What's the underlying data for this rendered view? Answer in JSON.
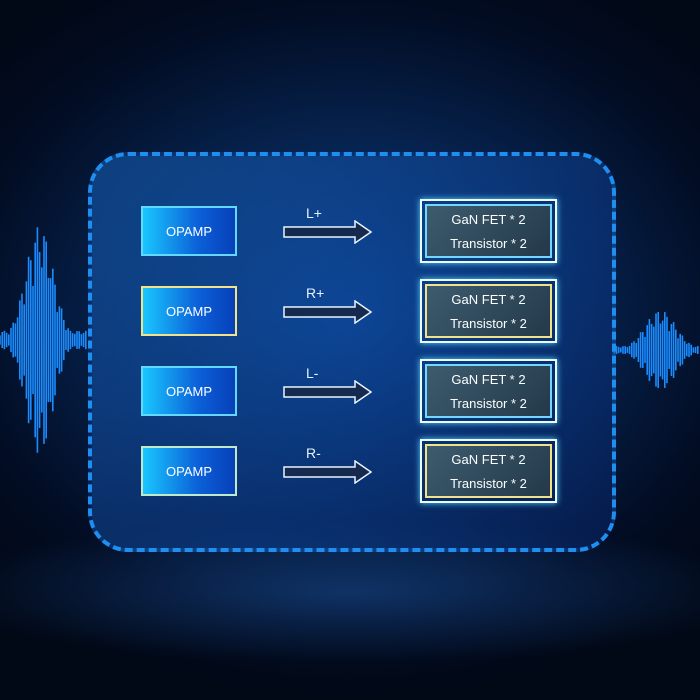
{
  "rows": [
    {
      "opamp": "OPAMP",
      "signal": "L+",
      "line1": "GaN FET * 2",
      "line2": "Transistor * 2"
    },
    {
      "opamp": "OPAMP",
      "signal": "R+",
      "line1": "GaN FET * 2",
      "line2": "Transistor * 2"
    },
    {
      "opamp": "OPAMP",
      "signal": "L-",
      "line1": "GaN FET * 2",
      "line2": "Transistor * 2"
    },
    {
      "opamp": "OPAMP",
      "signal": "R-",
      "line1": "GaN FET * 2",
      "line2": "Transistor * 2"
    }
  ],
  "colors": {
    "accent": "#1e8ff0",
    "cyan": "#62d8ff",
    "yellow": "#f2e38a"
  }
}
